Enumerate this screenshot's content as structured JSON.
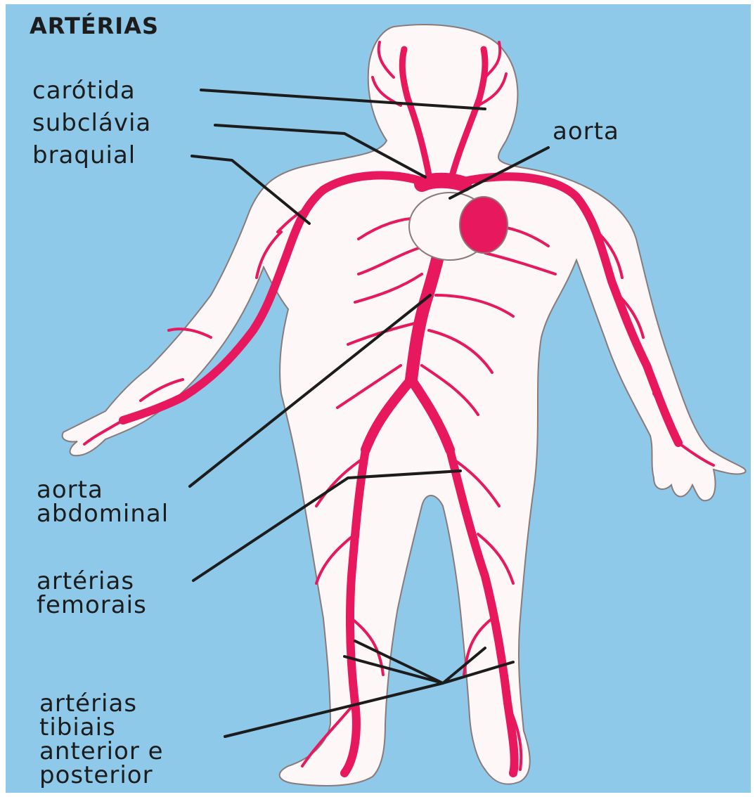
{
  "title": "ARTÉRIAS",
  "labels": {
    "carotida": "carótida",
    "subclavia": "subclávia",
    "braquial": "braquial",
    "aorta": "aorta",
    "aorta_abdominal_1": "aorta",
    "aorta_abdominal_2": "abdominal",
    "femorais_1": "artérias",
    "femorais_2": "femorais",
    "tibiais_1": "artérias",
    "tibiais_2": "tibiais",
    "tibiais_3": "anterior e",
    "tibiais_4": "posterior"
  },
  "colors": {
    "background": "#8ec9ea",
    "body": "#fdf7f7",
    "artery": "#e8185f",
    "leader": "#1c1c1c"
  }
}
